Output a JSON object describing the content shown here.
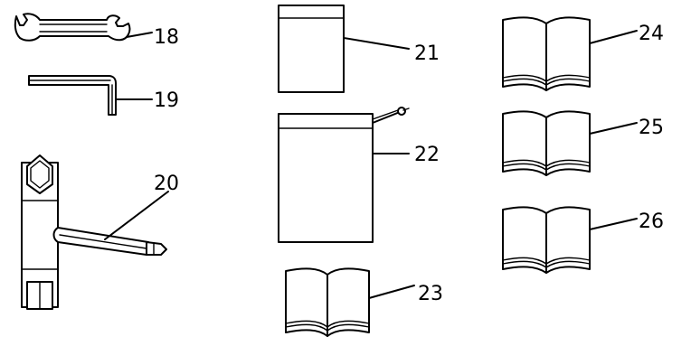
{
  "callouts": {
    "c18": "18",
    "c19": "19",
    "c20": "20",
    "c21": "21",
    "c22": "22",
    "c23": "23",
    "c24": "24",
    "c25": "25",
    "c26": "26"
  }
}
